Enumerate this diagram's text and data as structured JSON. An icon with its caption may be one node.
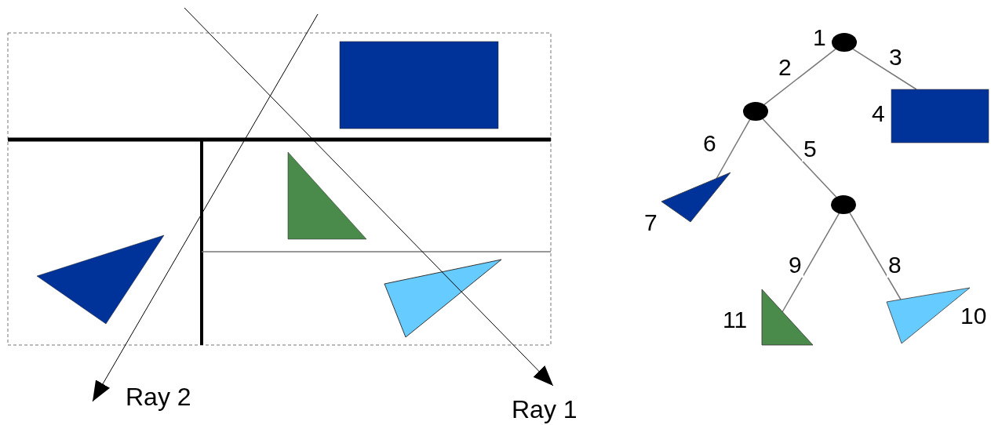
{
  "diagram": {
    "nodes": [
      {
        "text": [],
        "shape": "circle",
        "beside": [
          "1"
        ]
      },
      {
        "text": [],
        "shape": "circle"
      },
      {
        "text": [],
        "shape": "box",
        "beside": [
          "4"
        ]
      },
      {
        "text": [],
        "shape": "triangle",
        "beside": [
          "7"
        ]
      },
      {
        "text": [],
        "shape": "circle"
      },
      {
        "text": [],
        "shape": "triangle",
        "beside": [
          "11"
        ]
      },
      {
        "text": [],
        "shape": "triangle",
        "beside": [
          "10"
        ]
      },
      {
        "text": [
          "Ray 2"
        ]
      },
      {
        "text": [
          "Ray 1"
        ]
      }
    ],
    "edges": [
      {
        "from": 0,
        "to": 1,
        "arrow": "none",
        "label": "2"
      },
      {
        "from": 0,
        "to": 2,
        "arrow": "none",
        "label": "3"
      },
      {
        "from": 1,
        "to": 3,
        "arrow": "none",
        "label": "6"
      },
      {
        "from": 1,
        "to": 4,
        "arrow": "none",
        "label": "5"
      },
      {
        "from": 4,
        "to": 5,
        "arrow": "none",
        "label": "9"
      },
      {
        "from": 4,
        "to": 6,
        "arrow": "none",
        "label": "8"
      },
      {
        "from": null,
        "to": 7,
        "arrow": "to",
        "color": "#000000"
      },
      {
        "from": null,
        "to": 8,
        "arrow": "to",
        "color": "#000000"
      }
    ]
  }
}
